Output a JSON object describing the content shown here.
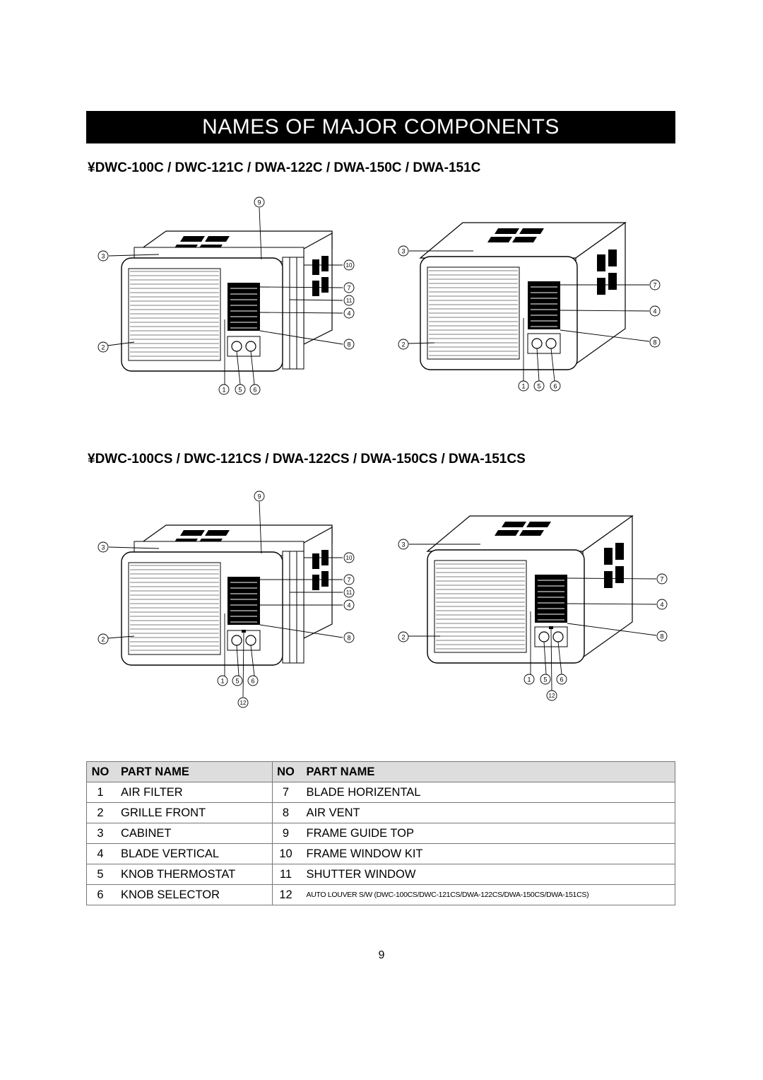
{
  "title": "NAMES OF MAJOR COMPONENTS",
  "sections": [
    {
      "heading": "¥DWC-100C / DWC-121C / DWA-122C / DWA-150C / DWA-151C"
    },
    {
      "heading": "¥DWC-100CS / DWC-121CS / DWA-122CS / DWA-150CS / DWA-151CS"
    }
  ],
  "callouts": {
    "n1": "1",
    "n2": "2",
    "n3": "3",
    "n4": "4",
    "n5": "5",
    "n6": "6",
    "n7": "7",
    "n8": "8",
    "n9": "9",
    "n10": "10",
    "n11": "11",
    "n12": "12"
  },
  "table": {
    "header_no": "NO",
    "header_part": "PART NAME",
    "rows": [
      {
        "no_left": "1",
        "name_left": "AIR FILTER",
        "no_right": "7",
        "name_right": "BLADE HORIZENTAL"
      },
      {
        "no_left": "2",
        "name_left": "GRILLE FRONT",
        "no_right": "8",
        "name_right": "AIR VENT"
      },
      {
        "no_left": "3",
        "name_left": "CABINET",
        "no_right": "9",
        "name_right": "FRAME GUIDE TOP"
      },
      {
        "no_left": "4",
        "name_left": "BLADE VERTICAL",
        "no_right": "10",
        "name_right": "FRAME WINDOW KIT"
      },
      {
        "no_left": "5",
        "name_left": "KNOB THERMOSTAT",
        "no_right": "11",
        "name_right": "SHUTTER WINDOW"
      },
      {
        "no_left": "6",
        "name_left": "KNOB SELECTOR",
        "no_right": "12",
        "name_right": "AUTO LOUVER S/W (DWC-100CS/DWC-121CS/DWA-122CS/DWA-150CS/DWA-151CS)"
      }
    ]
  },
  "page_number": "9"
}
